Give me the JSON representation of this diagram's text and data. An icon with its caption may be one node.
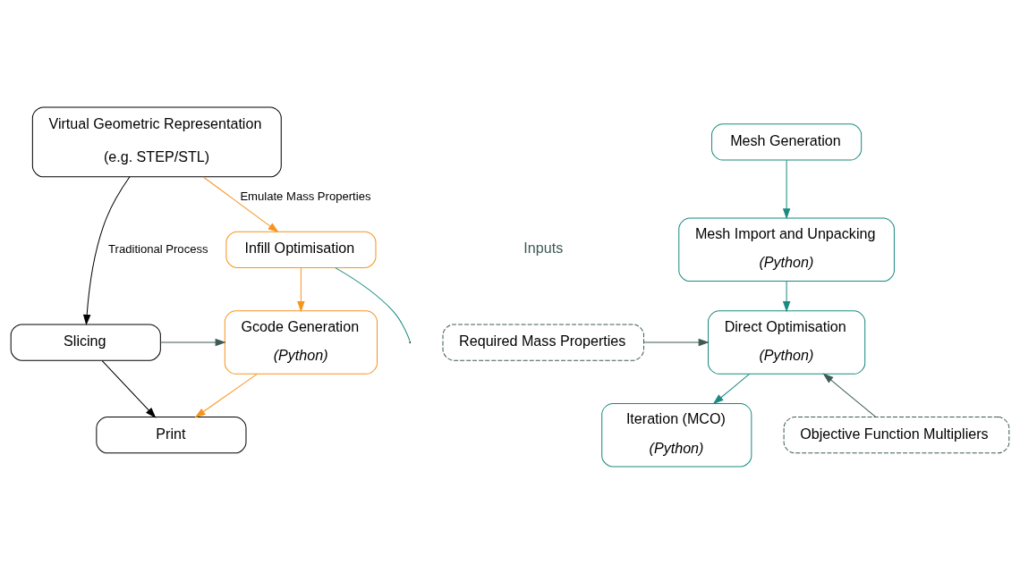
{
  "diagram": {
    "nodes": [
      {
        "text": [
          "Virtual Geometric Representation",
          "(e.g. STEP/STL)"
        ]
      },
      {
        "text": [
          "Slicing"
        ]
      },
      {
        "text": [
          "Print"
        ]
      },
      {
        "text": [
          "Infill Optimisation"
        ]
      },
      {
        "text": [
          "Gcode Generation",
          "(Python)"
        ]
      },
      {
        "text": [
          "Mesh Generation"
        ]
      },
      {
        "text": [
          "Mesh Import and Unpacking",
          "(Python)"
        ]
      },
      {
        "text": [
          "Direct Optimisation",
          "(Python)"
        ]
      },
      {
        "text": [
          "Iteration (MCO)",
          "(Python)"
        ]
      },
      {
        "text": [
          "Required Mass Properties"
        ]
      },
      {
        "text": [
          "Objective Function Multipliers"
        ]
      }
    ],
    "edges": [
      {
        "from": 0,
        "to": 1,
        "arrow": "to",
        "label": "Traditional Process",
        "color": "#000000"
      },
      {
        "from": 0,
        "to": 3,
        "arrow": "to",
        "label": "Emulate Mass Properties",
        "color": "#f7941d"
      },
      {
        "from": 3,
        "to": 4,
        "arrow": "to",
        "color": "#f7941d"
      },
      {
        "from": 1,
        "to": 4,
        "arrow": "to",
        "color": "#3d5a55"
      },
      {
        "from": 1,
        "to": 2,
        "arrow": "to",
        "color": "#000000"
      },
      {
        "from": 4,
        "to": 2,
        "arrow": "to",
        "color": "#f7941d"
      },
      {
        "from": 3,
        "to": null,
        "arrow": "none",
        "color": "#1a8a80"
      },
      {
        "from": 5,
        "to": 6,
        "arrow": "to",
        "color": "#1a8a80"
      },
      {
        "from": 6,
        "to": 7,
        "arrow": "to",
        "color": "#1a8a80"
      },
      {
        "from": 7,
        "to": 8,
        "arrow": "to",
        "color": "#1a8a80"
      },
      {
        "from": 9,
        "to": 7,
        "arrow": "to",
        "color": "#3d5a55"
      },
      {
        "from": 10,
        "to": 7,
        "arrow": "to",
        "color": "#3d5a55"
      }
    ],
    "labels": [
      "Inputs"
    ]
  }
}
